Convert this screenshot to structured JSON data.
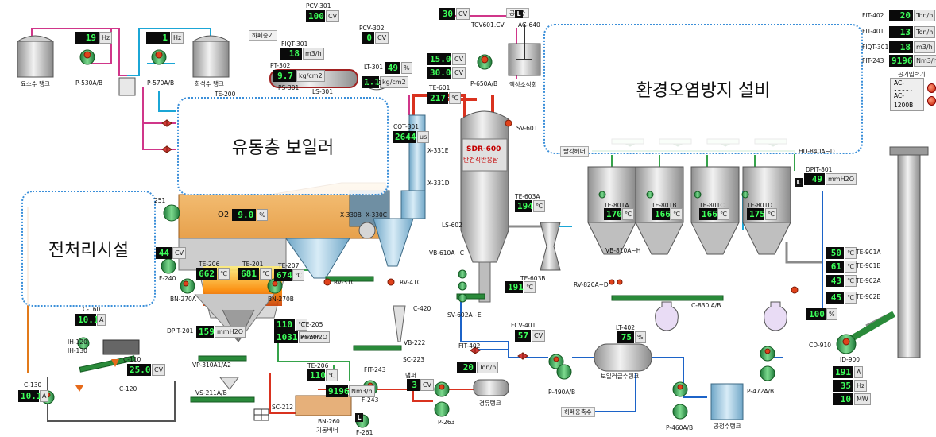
{
  "zones": {
    "boiler": "유동층 보일러",
    "pretreatment": "전처리시설",
    "environment": "환경오염방지 설비"
  },
  "displays": [
    {
      "id": "pcv-301",
      "value": "100",
      "unit": "CV"
    },
    {
      "id": "pcv-302",
      "value": "0",
      "unit": "CV"
    },
    {
      "id": "fiqt-301-boiler",
      "value": "18",
      "unit": "m3/h"
    },
    {
      "id": "pt-302",
      "value": "9.7",
      "unit": "kg/cm2"
    },
    {
      "id": "lt-301",
      "value": "49",
      "unit": "%"
    },
    {
      "id": "pt-301",
      "value": "1.1",
      "unit": "kg/cm2"
    },
    {
      "id": "p-530-hz",
      "value": "19",
      "unit": "Hz"
    },
    {
      "id": "p-570-hz",
      "value": "1",
      "unit": "Hz"
    },
    {
      "id": "tcv-601",
      "value": "30",
      "unit": "CV"
    },
    {
      "id": "ag-640-a",
      "value": "15.0",
      "unit": "CV"
    },
    {
      "id": "ag-640-b",
      "value": "30.0",
      "unit": "CV"
    },
    {
      "id": "te-601",
      "value": "217",
      "unit": "℃"
    },
    {
      "id": "cot-301",
      "value": "2644",
      "unit": "us"
    },
    {
      "id": "o2",
      "value": "9.0",
      "unit": "%"
    },
    {
      "id": "cv-44",
      "value": "44",
      "unit": "CV"
    },
    {
      "id": "te-206",
      "value": "662",
      "unit": "℃"
    },
    {
      "id": "te-201",
      "value": "681",
      "unit": "℃"
    },
    {
      "id": "te-207",
      "value": "674",
      "unit": "℃"
    },
    {
      "id": "te-603a",
      "value": "194",
      "unit": "℃"
    },
    {
      "id": "te-603b",
      "value": "191",
      "unit": "℃"
    },
    {
      "id": "te-801a",
      "value": "170",
      "unit": "℃"
    },
    {
      "id": "te-801b",
      "value": "166",
      "unit": "℃"
    },
    {
      "id": "te-801c",
      "value": "166",
      "unit": "℃"
    },
    {
      "id": "te-801d",
      "value": "175",
      "unit": "℃"
    },
    {
      "id": "dpit-801",
      "value": "49",
      "unit": "mmH2O"
    },
    {
      "id": "fit-402-top",
      "value": "20",
      "unit": "Ton/h"
    },
    {
      "id": "fit-401",
      "value": "13",
      "unit": "Ton/h"
    },
    {
      "id": "fiqt-301-top",
      "value": "18",
      "unit": "m3/h"
    },
    {
      "id": "fit-243-top",
      "value": "9196",
      "unit": "Nm3/h"
    },
    {
      "id": "te-901a",
      "value": "50",
      "unit": "℃"
    },
    {
      "id": "te-901b",
      "value": "61",
      "unit": "℃"
    },
    {
      "id": "te-902a",
      "value": "43",
      "unit": "℃"
    },
    {
      "id": "te-902b",
      "value": "45",
      "unit": "℃"
    },
    {
      "id": "cd-910",
      "value": "100",
      "unit": "%"
    },
    {
      "id": "id-900-a",
      "value": "191",
      "unit": "A"
    },
    {
      "id": "id-900-hz",
      "value": "35",
      "unit": "Hz"
    },
    {
      "id": "id-900-mw",
      "value": "10",
      "unit": "MW"
    },
    {
      "id": "c-160",
      "value": "10.1",
      "unit": "A"
    },
    {
      "id": "c-110",
      "value": "25.0",
      "unit": "CV"
    },
    {
      "id": "c-130",
      "value": "10.1",
      "unit": "A"
    },
    {
      "id": "dpit-201",
      "value": "159",
      "unit": "mmH2O"
    },
    {
      "id": "te-205",
      "value": "110",
      "unit": "℃"
    },
    {
      "id": "pt-204",
      "value": "1031",
      "unit": "mmH2O"
    },
    {
      "id": "fcv-401",
      "value": "57",
      "unit": "CV"
    },
    {
      "id": "lt-402",
      "value": "75",
      "unit": "%"
    },
    {
      "id": "fit-402-bottom",
      "value": "20",
      "unit": "Ton/h"
    },
    {
      "id": "te-205b",
      "value": "110",
      "unit": "℃"
    },
    {
      "id": "fit-243-bottom",
      "value": "9196",
      "unit": "Nm3/h"
    },
    {
      "id": "damper",
      "value": "3",
      "unit": "CV"
    }
  ],
  "labels": [
    {
      "id": "yososu-tank",
      "text": "요소수 탱크"
    },
    {
      "id": "p-530",
      "text": "P-530A/B"
    },
    {
      "id": "p-570",
      "text": "P-570A/B"
    },
    {
      "id": "hsw-tank",
      "text": "희석수 탱크"
    },
    {
      "id": "te-200",
      "text": "TE-200"
    },
    {
      "id": "pcv-301-lbl",
      "text": "PCV-301"
    },
    {
      "id": "pcv-302-lbl",
      "text": "PCV-302"
    },
    {
      "id": "hada-steam",
      "text": "하폐증기"
    },
    {
      "id": "fiqt-301-lbl",
      "text": "FIQT-301"
    },
    {
      "id": "pt-302-lbl",
      "text": "PT-302"
    },
    {
      "id": "ps-301",
      "text": "PS-301"
    },
    {
      "id": "ls-301",
      "text": "LS-301"
    },
    {
      "id": "lt-301-lbl",
      "text": "LT-301"
    },
    {
      "id": "pt-301-lbl",
      "text": "PT-301"
    },
    {
      "id": "gongsu",
      "text": "공정수"
    },
    {
      "id": "tcv-601-lbl",
      "text": "TCV601.CV"
    },
    {
      "id": "ag-640-lbl",
      "text": "AG-640"
    },
    {
      "id": "p-650",
      "text": "P-650A/B"
    },
    {
      "id": "soseok-tank",
      "text": "액상소석회"
    },
    {
      "id": "te-601-lbl",
      "text": "TE-601"
    },
    {
      "id": "cot-301-lbl",
      "text": "COT-301"
    },
    {
      "id": "x-331e",
      "text": "X-331E"
    },
    {
      "id": "x-331d",
      "text": "X-331D"
    },
    {
      "id": "sv-601",
      "text": "SV-601"
    },
    {
      "id": "sdr-600",
      "text": "SDR-600"
    },
    {
      "id": "sdr-name",
      "text": "반건식반응탑"
    },
    {
      "id": "tal-header",
      "text": "탈각헤더"
    },
    {
      "id": "hd-840",
      "text": "HD-840A~D"
    },
    {
      "id": "dpit-801-lbl",
      "text": "DPIT-801"
    },
    {
      "id": "te-603a-lbl",
      "text": "TE-603A"
    },
    {
      "id": "ls-602",
      "text": "LS-602"
    },
    {
      "id": "te-603b-lbl",
      "text": "TE-603B"
    },
    {
      "id": "vb-610",
      "text": "VB-610A~C"
    },
    {
      "id": "sv-602",
      "text": "SV-602A~E"
    },
    {
      "id": "te-801a-lbl",
      "text": "TE-801A"
    },
    {
      "id": "te-801b-lbl",
      "text": "TE-801B"
    },
    {
      "id": "te-801c-lbl",
      "text": "TE-801C"
    },
    {
      "id": "te-801d-lbl",
      "text": "TE-801D"
    },
    {
      "id": "vb-810",
      "text": "VB-810A~H"
    },
    {
      "id": "rv-820",
      "text": "RV-820A~D"
    },
    {
      "id": "c-830",
      "text": "C-830 A/B"
    },
    {
      "id": "fit-402-r",
      "text": "FIT-402"
    },
    {
      "id": "fit-401-r",
      "text": "FIT-401"
    },
    {
      "id": "fiqt-301-r",
      "text": "FIQT-301"
    },
    {
      "id": "fit-243-r",
      "text": "FIT-243"
    },
    {
      "id": "air-inlet",
      "text": "공기입력기"
    },
    {
      "id": "te-901a-lbl",
      "text": "TE-901A"
    },
    {
      "id": "te-901b-lbl",
      "text": "TE-901B"
    },
    {
      "id": "te-902a-lbl",
      "text": "TE-902A"
    },
    {
      "id": "te-902b-lbl",
      "text": "TE-902B"
    },
    {
      "id": "cd-910-lbl",
      "text": "CD-910"
    },
    {
      "id": "id-900",
      "text": "ID-900"
    },
    {
      "id": "x-330b",
      "text": "X-330B"
    },
    {
      "id": "x-330c",
      "text": "X-330C"
    },
    {
      "id": "n251",
      "text": "251"
    },
    {
      "id": "f-240",
      "text": "F-240"
    },
    {
      "id": "te-206-lbl",
      "text": "TE-206"
    },
    {
      "id": "te-201-lbl",
      "text": "TE-201"
    },
    {
      "id": "te-207-lbl",
      "text": "TE-207"
    },
    {
      "id": "bn-270a",
      "text": "BN-270A"
    },
    {
      "id": "bn-270b",
      "text": "BN-270B"
    },
    {
      "id": "rv-310",
      "text": "RV-310"
    },
    {
      "id": "rv-410",
      "text": "RV-410"
    },
    {
      "id": "c-420",
      "text": "C-420"
    },
    {
      "id": "c-160-lbl",
      "text": "C-160"
    },
    {
      "id": "ih-120",
      "text": "IH-120"
    },
    {
      "id": "ih-130",
      "text": "IH-130"
    },
    {
      "id": "dpit-201-lbl",
      "text": "DPIT-201"
    },
    {
      "id": "c-110-lbl",
      "text": "C-110"
    },
    {
      "id": "c-120",
      "text": "C-120"
    },
    {
      "id": "c-130-lbl",
      "text": "C-130"
    },
    {
      "id": "vp-310",
      "text": "VP-310A1/A2"
    },
    {
      "id": "vs-211",
      "text": "VS-211A/B"
    },
    {
      "id": "sc-212",
      "text": "SC-212"
    },
    {
      "id": "te-205-lbl",
      "text": "TE-205"
    },
    {
      "id": "pt-204-lbl",
      "text": "PT-204"
    },
    {
      "id": "vb-222",
      "text": "VB-222"
    },
    {
      "id": "sc-223",
      "text": "SC-223"
    },
    {
      "id": "te-206b",
      "text": "TE-206"
    },
    {
      "id": "fit-243-b",
      "text": "FIT-243"
    },
    {
      "id": "damper-lbl",
      "text": "댐퍼"
    },
    {
      "id": "f-243",
      "text": "F-243"
    },
    {
      "id": "fit-402-b",
      "text": "FIT-402"
    },
    {
      "id": "fcv-401-lbl",
      "text": "FCV-401"
    },
    {
      "id": "p-263",
      "text": "P-263"
    },
    {
      "id": "bn-260",
      "text": "BN-260"
    },
    {
      "id": "gidong-burner",
      "text": "기동버너"
    },
    {
      "id": "f-261",
      "text": "F-261"
    },
    {
      "id": "kyungyu-tank",
      "text": "경유탱크"
    },
    {
      "id": "lt-402-lbl",
      "text": "LT-402"
    },
    {
      "id": "boiler-water",
      "text": "보일러급수탱크"
    },
    {
      "id": "p-490",
      "text": "P-490A/B"
    },
    {
      "id": "p-472",
      "text": "P-472A/B"
    },
    {
      "id": "p-460",
      "text": "P-460A/B"
    },
    {
      "id": "gongjeong-tank",
      "text": "공정수탱크"
    },
    {
      "id": "hadong-water",
      "text": "하폐응축수"
    }
  ],
  "controls": {
    "ac_a": "AC-1200A",
    "ac_b": "AC-1200B",
    "l_marker": "L"
  }
}
